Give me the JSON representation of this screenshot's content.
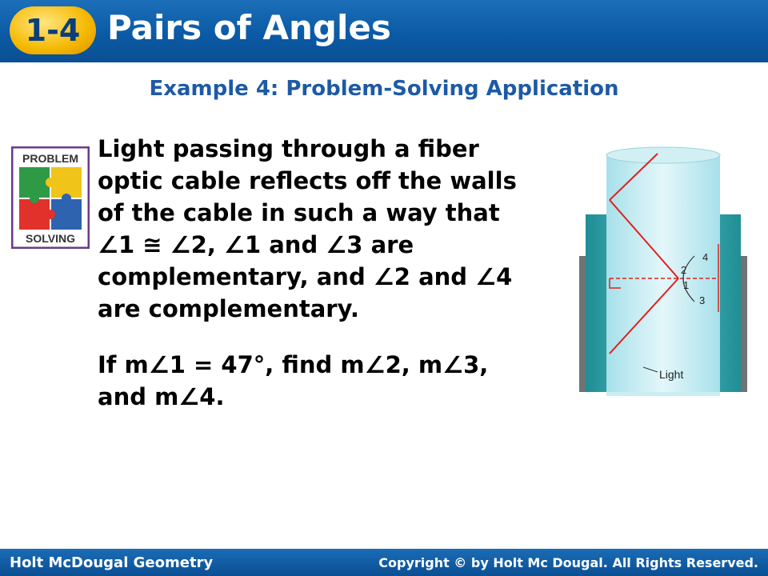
{
  "header": {
    "lesson_number": "1-4",
    "title": "Pairs of Angles"
  },
  "subtitle": "Example 4: Problem-Solving Application",
  "logo": {
    "top_text": "PROBLEM",
    "bottom_text": "SOLVING"
  },
  "problem_lines": [
    "Light passing through a fiber",
    "optic cable reflects off the walls",
    "of the cable in such a way that",
    "∠1 ≅ ∠2, ∠1 and ∠3 are",
    "complementary, and ∠2 and ∠4",
    "are complementary."
  ],
  "question_lines": [
    "If m∠1 = 47°, find m∠2, m∠3,",
    "and m∠4."
  ],
  "figure": {
    "labels": {
      "a4": "4",
      "a2": "2",
      "a1": "1",
      "a3": "3"
    },
    "light_label": "Light"
  },
  "footer": {
    "left": "Holt McDougal Geometry",
    "right": "Copyright © by Holt Mc Dougal. All Rights Reserved."
  },
  "colors": {
    "header_blue": "#0b5aa5",
    "subtitle_blue": "#1d5aa6",
    "light_ray": "#e0201e",
    "cable_teal": "#3ba9ad"
  }
}
